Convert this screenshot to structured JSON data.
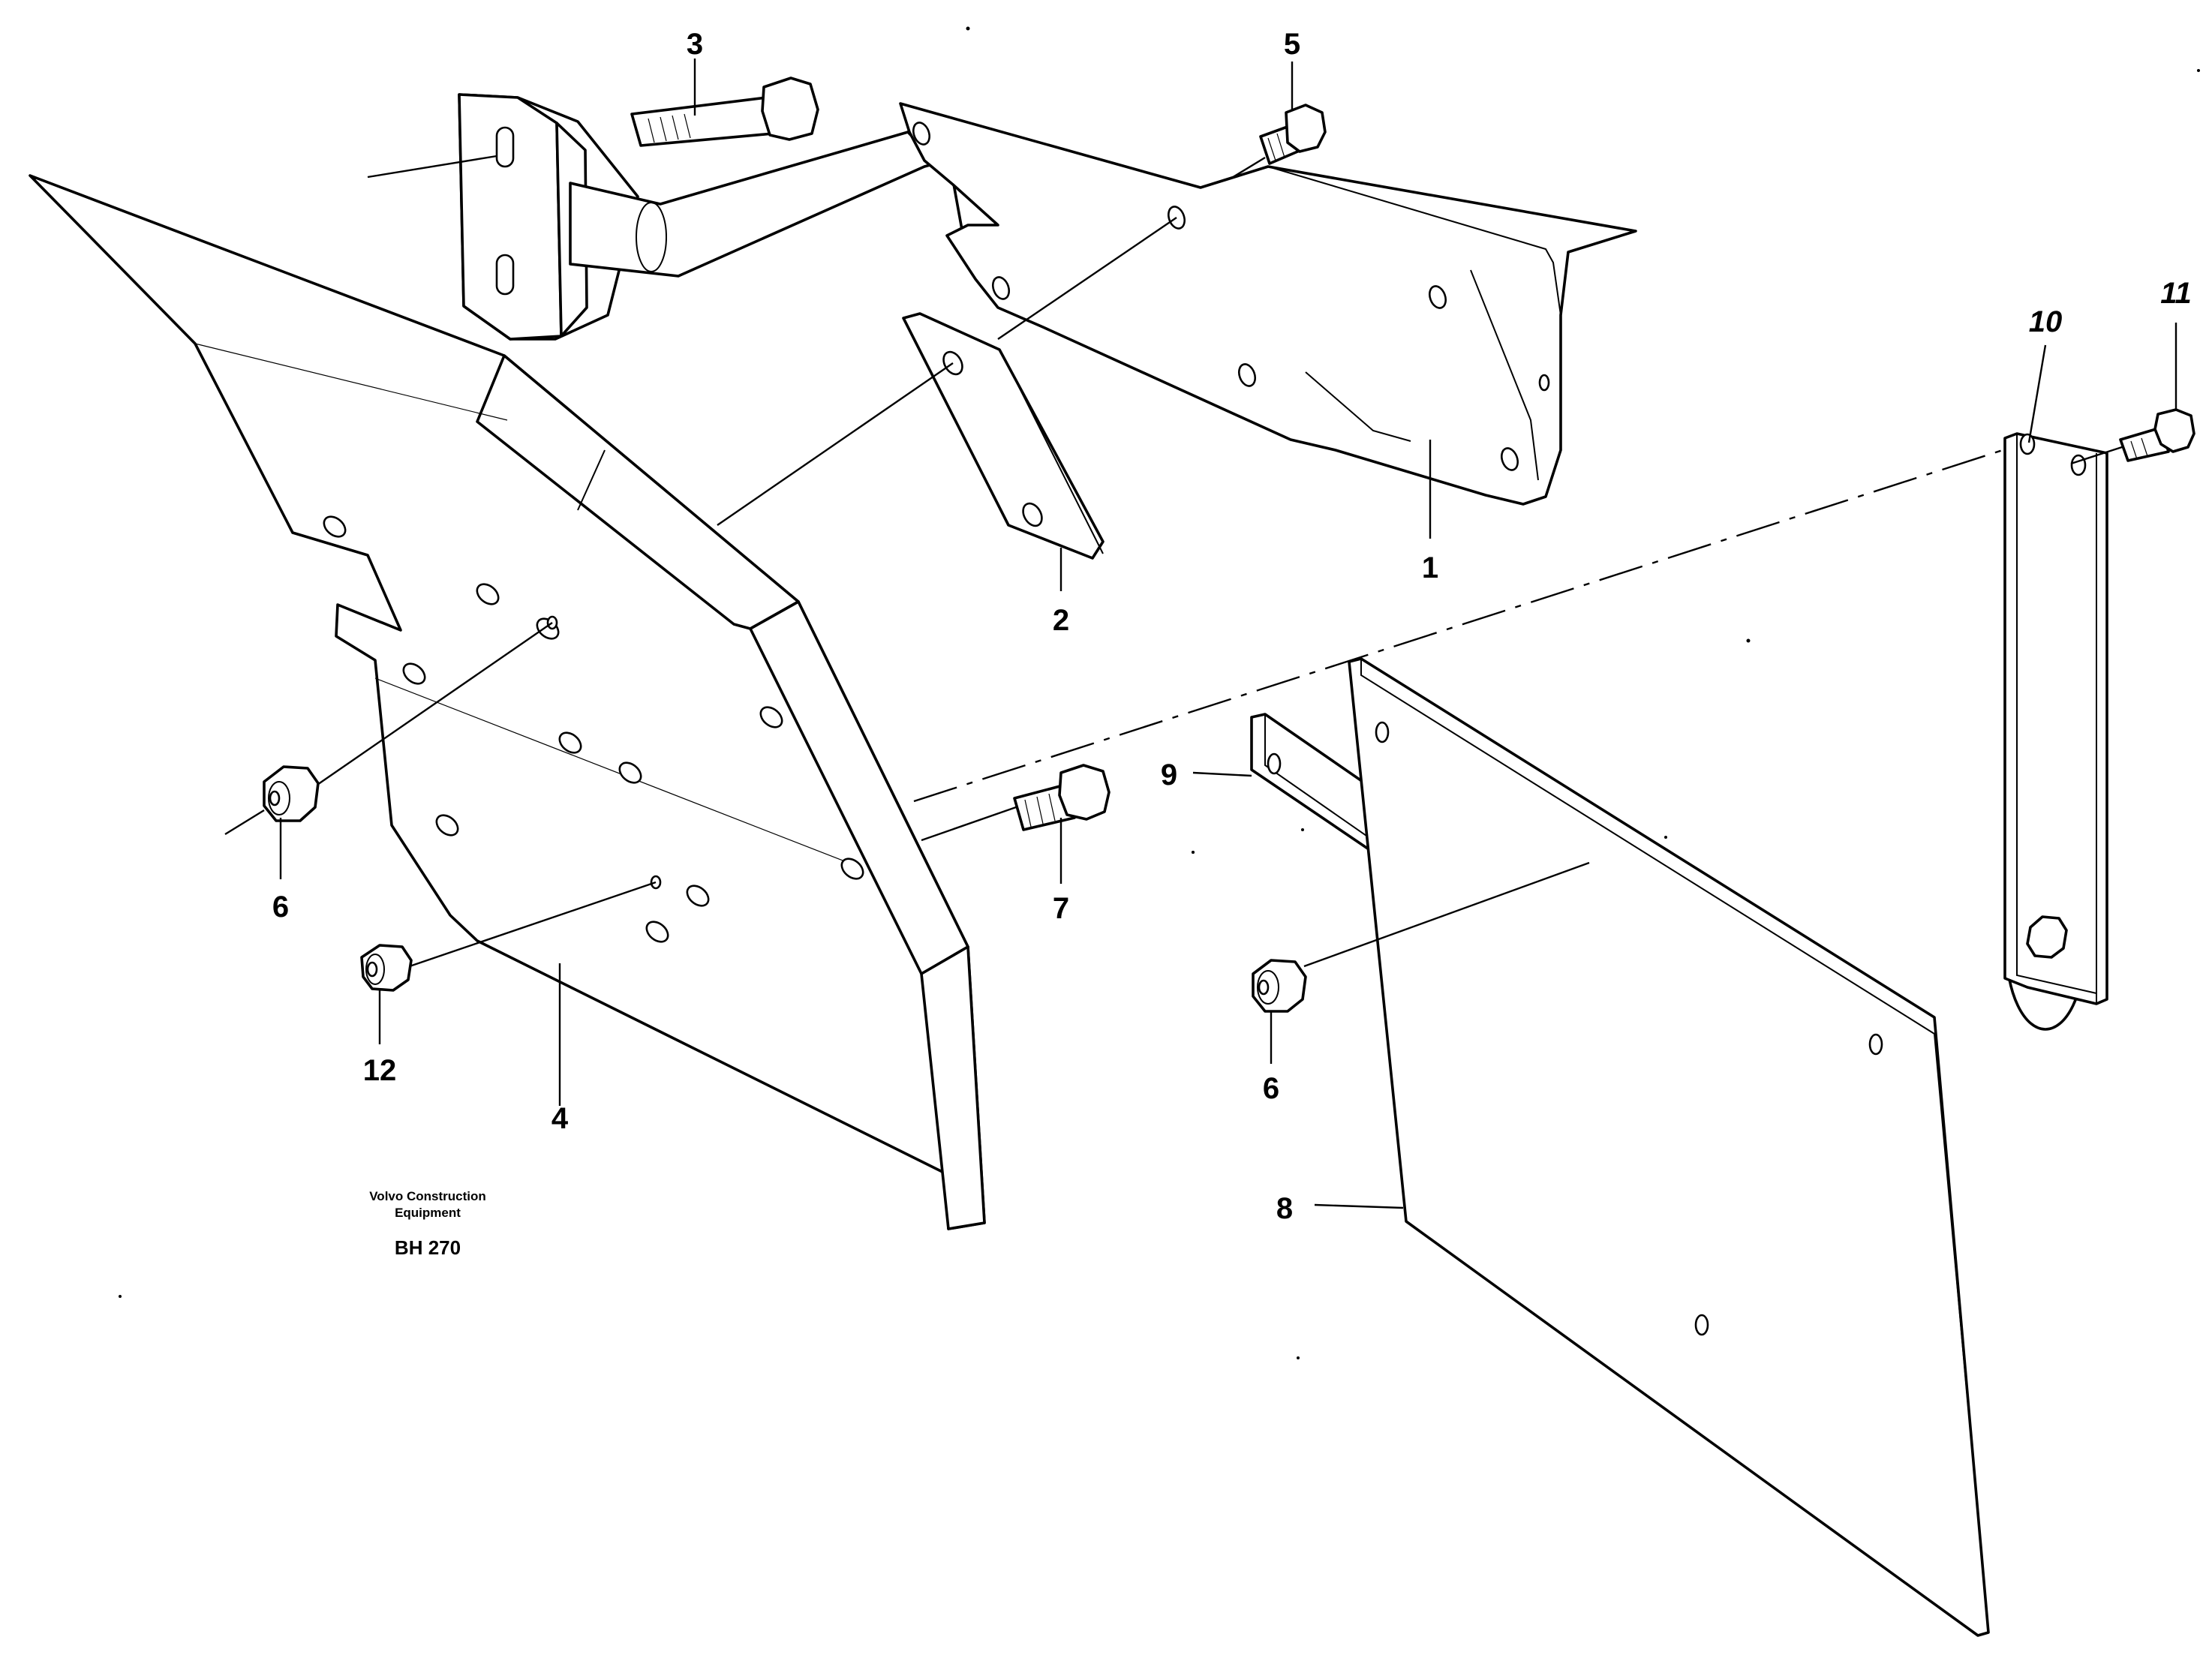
{
  "callouts": {
    "c1": "1",
    "c2": "2",
    "c3": "3",
    "c4": "4",
    "c5": "5",
    "c6a": "6",
    "c6b": "6",
    "c7": "7",
    "c8": "8",
    "c9": "9",
    "c10": "10",
    "c11": "11",
    "c12": "12"
  },
  "stamp": {
    "company_line1": "Volvo Construction",
    "company_line2": "Equipment",
    "code": "BH 270"
  }
}
